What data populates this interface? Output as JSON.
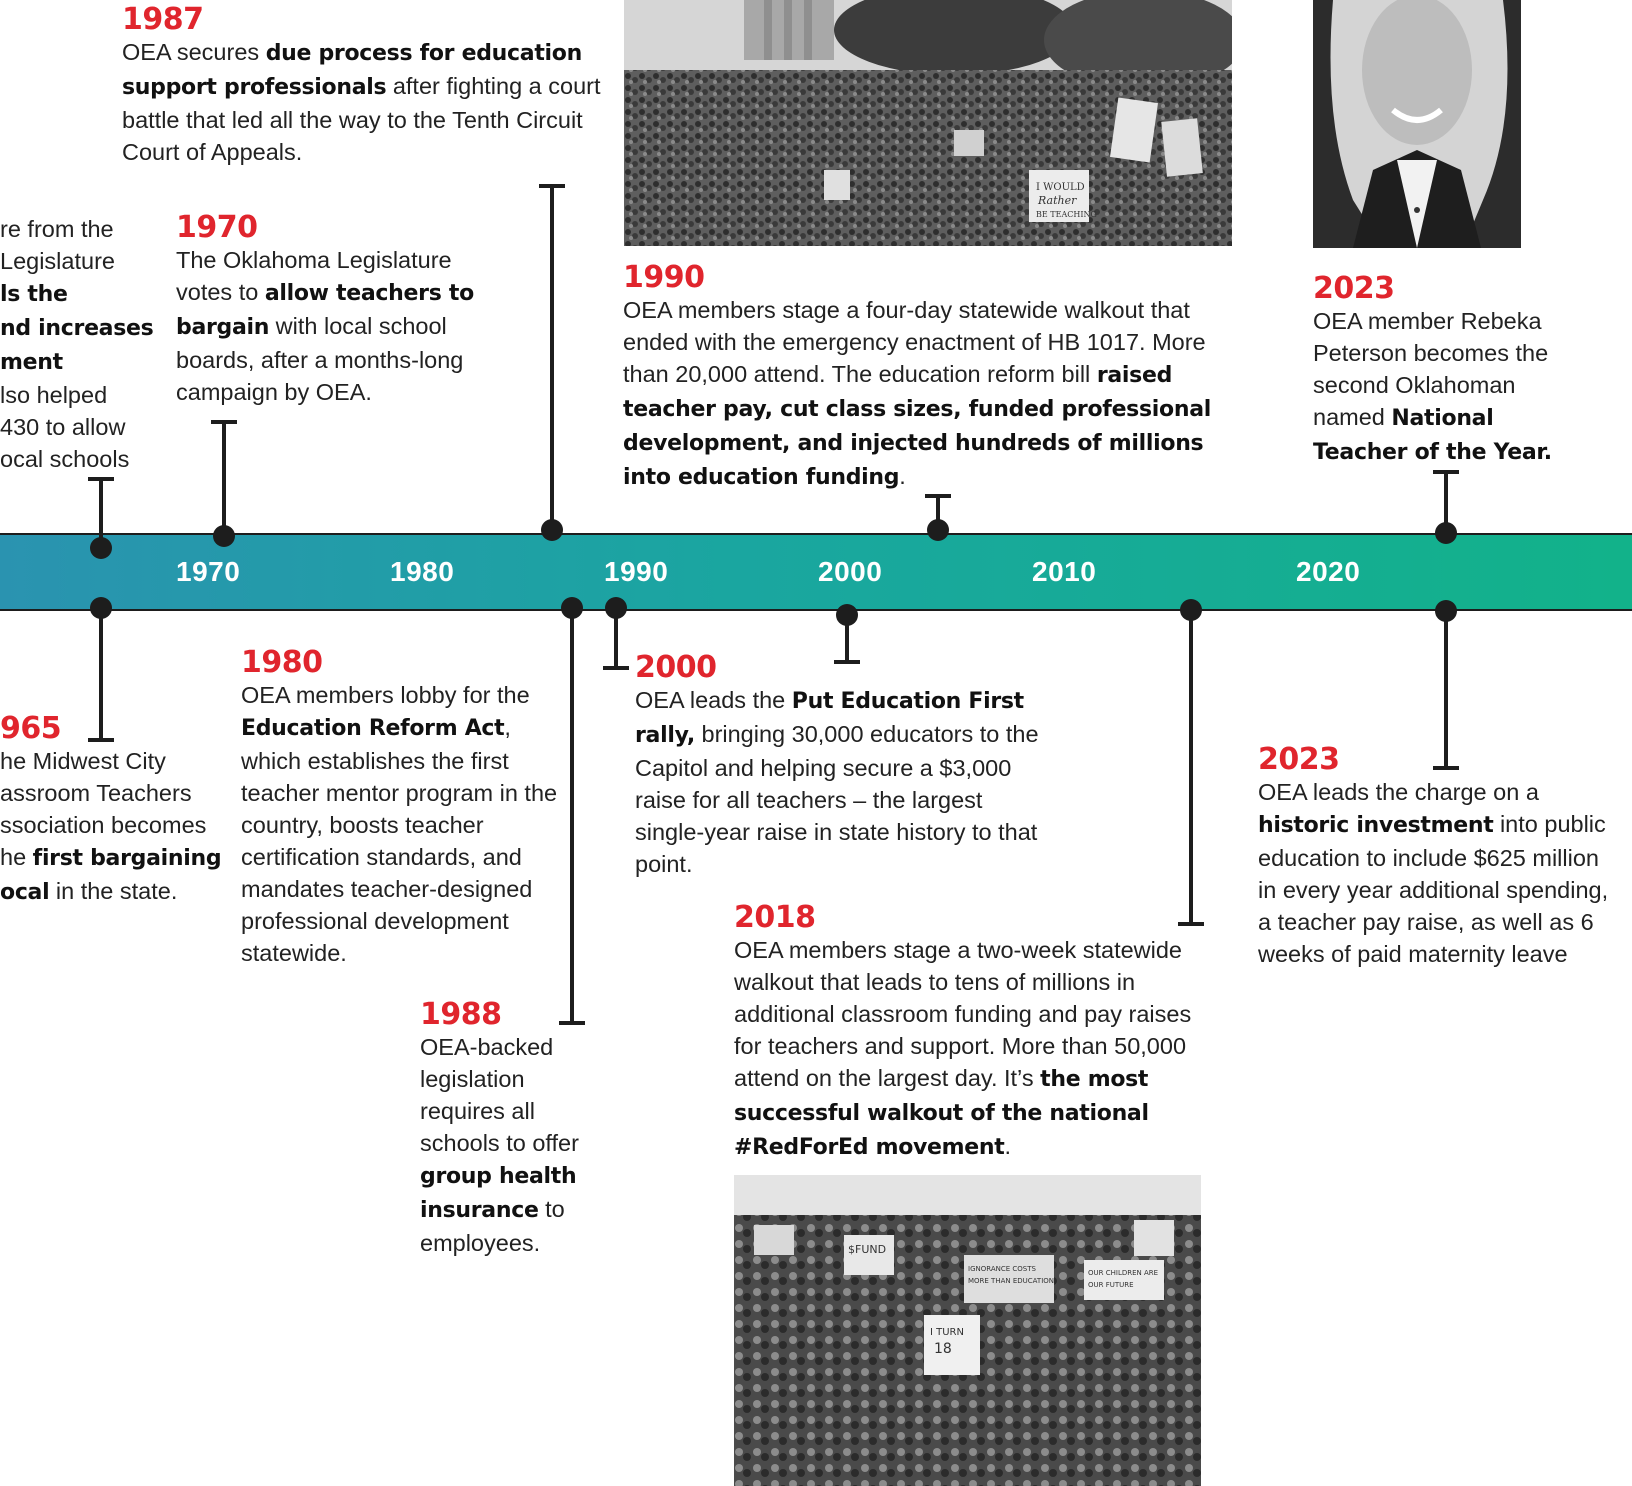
{
  "timeline": {
    "decades": [
      "1970",
      "1980",
      "1990",
      "2000",
      "2010",
      "2020"
    ]
  },
  "events": {
    "e1987": {
      "year": "1987",
      "t1": "OEA secures ",
      "b1": "due process for education support professionals",
      "t2": " after fighting a court battle that led all the way to the Tenth Circuit Court of Appeals."
    },
    "e1965top": {
      "l1": "re from the",
      "l2": "Legislature",
      "l3": "ls the",
      "l4": "nd increases",
      "l5": "ment",
      "l6": "lso helped",
      "l7": "430 to allow",
      "l8": "ocal schools"
    },
    "e1970": {
      "year": "1970",
      "t1": "The Oklahoma Legislature votes to ",
      "b1": "allow teachers to bargain",
      "t2": " with local school boards, after a months-long campaign by OEA."
    },
    "e1990": {
      "year": "1990",
      "t1": "OEA members stage a four-day statewide walkout that ended with the emergency enactment of HB 1017. More than 20,000 attend. The education reform bill ",
      "b1": "raised teacher pay, cut class sizes, funded professional development, and injected hundreds of millions into education funding",
      "t2": "."
    },
    "e2023a": {
      "year": "2023",
      "t1": "OEA member Rebeka Peterson becomes the second Oklahoman named ",
      "b1": "National Teacher of the Year."
    },
    "e1965": {
      "year": "965",
      "l1": "he Midwest City",
      "l2": "assroom Teachers",
      "l3": "ssociation becomes",
      "l4a": "he ",
      "l4b": "first bargaining",
      "l5a": "ocal",
      "l5b": " in the state."
    },
    "e1980": {
      "year": "1980",
      "t1": "OEA members lobby for the ",
      "b1": "Education Reform Act",
      "t2": ", which establishes the first teacher mentor program in the country, boosts teacher certification standards, and mandates teacher-designed professional development statewide."
    },
    "e2000": {
      "year": "2000",
      "t1": "OEA leads the ",
      "b1": "Put Education First rally,",
      "t2": " bringing 30,000 educators to the Capitol and helping secure a $3,000 raise for all teachers – the largest single-year raise in state history to that point."
    },
    "e1988": {
      "year": "1988",
      "t1": "OEA-backed legislation requires all schools to offer ",
      "b1": "group health insurance",
      "t2": " to employees."
    },
    "e2018": {
      "year": "2018",
      "t1": "OEA members stage a two-week statewide walkout that leads to tens of millions in additional classroom funding and pay raises for teachers and support. More than 50,000 attend on the largest day. It’s ",
      "b1": "the most successful walkout of the national #RedForEd movement",
      "t2": "."
    },
    "e2023b": {
      "year": "2023",
      "t1": "OEA leads the charge on a ",
      "b1": "historic investment",
      "t2": " into public education to include $625 million in every year additional spending, a teacher pay raise, as well as 6 weeks of paid maternity leave"
    }
  },
  "photos": {
    "rally1990_sign": "I WOULD Rather BE TEACHING",
    "rally2018_signs": [
      "$FUND",
      "IGNORANCE COSTS MORE THAN EDUCATION",
      "OUR CHILDREN ARE OUR FUTURE",
      "I TURN 18"
    ]
  }
}
